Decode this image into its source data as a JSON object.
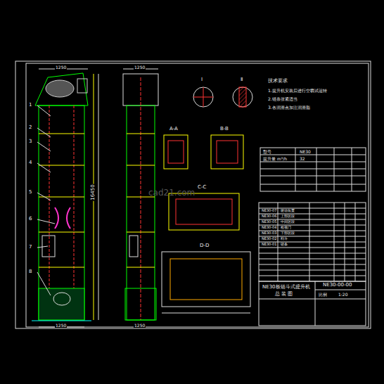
{
  "diagram": {
    "labels": [
      "1",
      "2",
      "3",
      "4",
      "5",
      "6",
      "7",
      "8",
      "1250",
      "1250",
      "16450",
      "1250",
      "1250",
      "Ⅰ",
      "Ⅱ",
      "A-A",
      "B-B",
      "C-C",
      "D-D",
      "技术要求",
      "1.提升机安装后进行空载试运转",
      "2.链条张紧适当",
      "3.各润滑点加注润滑脂",
      "型号",
      "NE30",
      "提升量 m³/h",
      "32",
      "cad21.com",
      "NE30-07",
      "NE30-06",
      "NE30-05",
      "NE30-04",
      "NE30-03",
      "NE30-02",
      "NE30-01",
      "驱动装置",
      "上部区段",
      "中间区段",
      "检视门",
      "下部区段",
      "料斗",
      "链条",
      "NE30板链斗式提升机",
      "总 装 图",
      "NE30-00-00",
      "比例",
      "1:20"
    ]
  }
}
